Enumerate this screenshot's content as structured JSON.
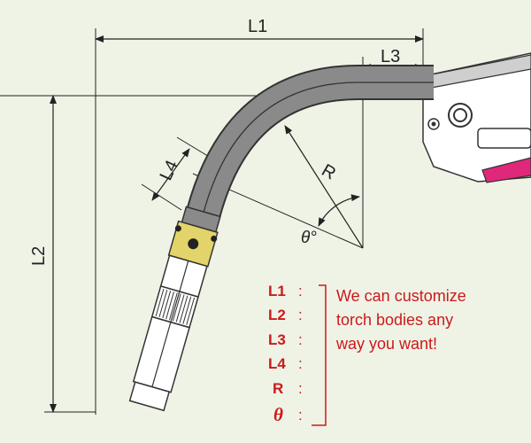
{
  "dimensions": {
    "L1": "L1",
    "L2": "L2",
    "L3": "L3",
    "L4": "L4",
    "R": "R",
    "theta": "θ°"
  },
  "params": [
    {
      "key": "L1",
      "sep": ":"
    },
    {
      "key": "L2",
      "sep": ":"
    },
    {
      "key": "L3",
      "sep": ":"
    },
    {
      "key": "L4",
      "sep": ":"
    },
    {
      "key": "R",
      "sep": ":"
    },
    {
      "key": "θ",
      "sep": ":"
    }
  ],
  "note": {
    "lines": [
      "We can customize",
      "torch bodies any",
      "way you want!"
    ]
  },
  "colors": {
    "accent": "#cc1a1a",
    "body_gray": "#8a8a8a",
    "insulator_yellow": "#e2d46a",
    "handle_pink": "#e0287a",
    "background": "#eef3e6"
  }
}
